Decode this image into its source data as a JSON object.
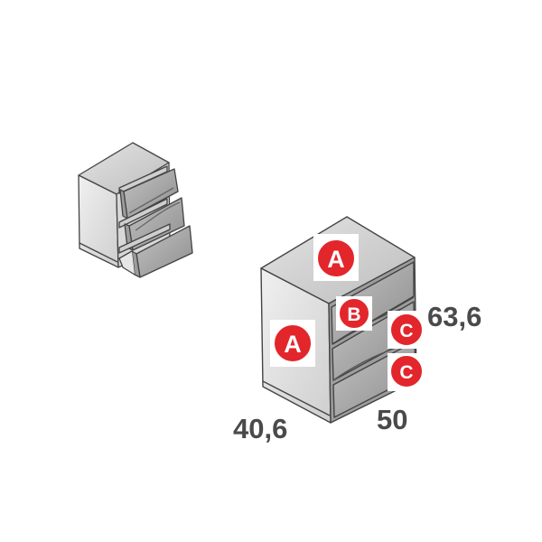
{
  "dimensions": {
    "height": "63,6",
    "width": "50",
    "depth": "40,6"
  },
  "badges": {
    "top": "A",
    "side": "A",
    "drawer_top": "B",
    "drawer_middle": "C",
    "drawer_bottom": "C"
  },
  "colors": {
    "badge_fill": "#e2262b",
    "line": "#444444",
    "panel_light": "#dcdcdc",
    "panel_dark": "#a8a8a8"
  }
}
